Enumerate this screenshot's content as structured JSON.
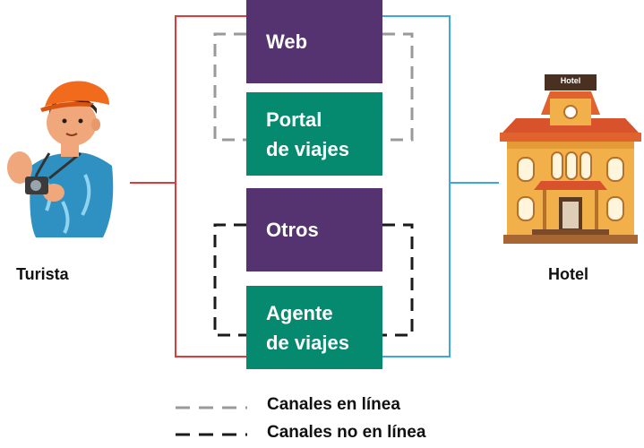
{
  "actors": {
    "left_label": "Turista",
    "right_label": "Hotel",
    "hotel_sign": "Hotel"
  },
  "channels": [
    {
      "line1": "Web",
      "line2": "",
      "color": "#553370"
    },
    {
      "line1": "Portal",
      "line2": "de viajes",
      "color": "#058a6f"
    },
    {
      "line1": "Otros",
      "line2": "",
      "color": "#553370"
    },
    {
      "line1": "Agente",
      "line2": "de viajes",
      "color": "#058a6f"
    }
  ],
  "legend": {
    "online": "Canales en línea",
    "offline": "Canales no en línea"
  },
  "colors": {
    "tourist_connector": "#e03b3b",
    "hotel_connector": "#3fa7df",
    "online_dash": "#9a9a9a",
    "offline_dash": "#1a1a1a"
  },
  "icons": {
    "tourist": "tourist-with-camera-illustration",
    "hotel": "hotel-building-illustration"
  }
}
